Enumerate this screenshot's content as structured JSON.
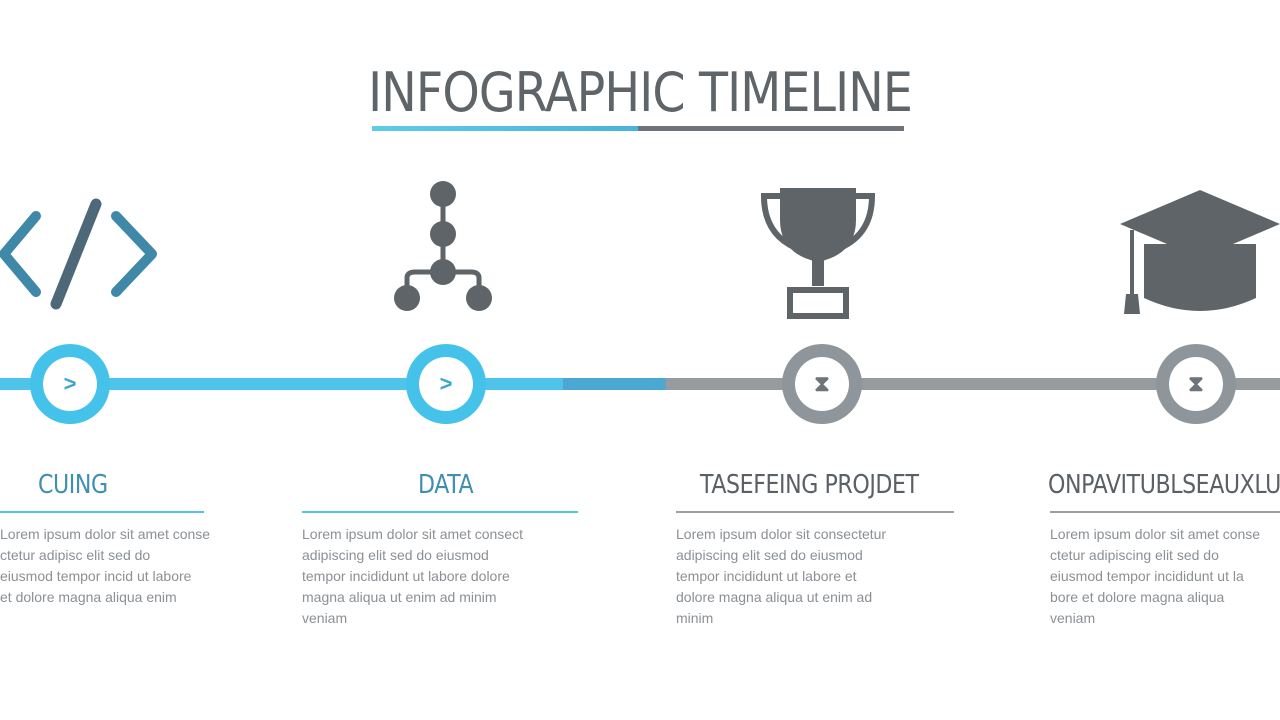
{
  "title": "INFOGRAPHIC TIMELINE",
  "steps": [
    {
      "label": "CUING",
      "icon": "code-icon",
      "node_glyph": ">",
      "body": [
        "Lorem ipsum dolor sit amet conse",
        "ctetur adipisc elit sed do",
        "eiusmod tempor incid ut labore",
        "et dolore magna aliqua enim"
      ]
    },
    {
      "label": "DATA",
      "icon": "data-hierarchy-icon",
      "node_glyph": ">",
      "body": [
        "Lorem ipsum dolor sit amet consect",
        "adipiscing elit sed do eiusmod",
        "tempor incididunt ut labore dolore",
        "magna aliqua ut enim ad minim",
        "veniam"
      ]
    },
    {
      "label": "TASEFEING PROJDET",
      "icon": "trophy-icon",
      "node_glyph": "⧗",
      "body": [
        "Lorem ipsum dolor sit consectetur",
        "adipiscing elit sed do eiusmod",
        "tempor incididunt ut labore et",
        "dolore magna aliqua ut enim ad",
        "minim"
      ]
    },
    {
      "label": "ONPAVITUBLSEAUXLU",
      "icon": "graduation-cap-icon",
      "node_glyph": "⧗",
      "body": [
        "Lorem ipsum dolor sit amet conse",
        "ctetur adipiscing elit sed do",
        "eiusmod tempor incididunt ut la",
        "bore et dolore magna aliqua",
        "veniam"
      ]
    }
  ]
}
